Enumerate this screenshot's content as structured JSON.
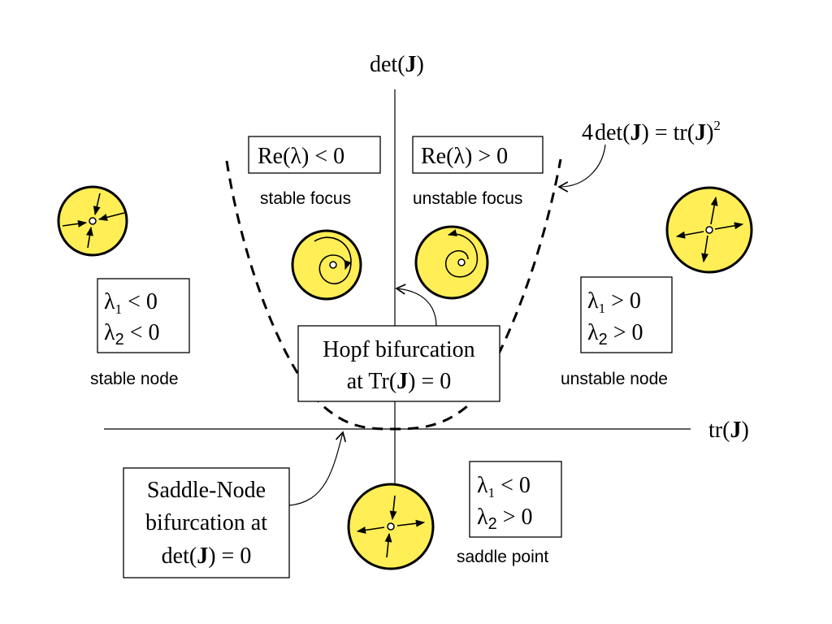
{
  "axes": {
    "y_label_prefix": "det(",
    "y_label_bold": "J",
    "y_label_suffix": ")",
    "x_label_prefix": "tr(",
    "x_label_bold": "J",
    "x_label_suffix": ")"
  },
  "parabola": {
    "eq_a": "4",
    "eq_b": "det(",
    "eq_c": "J",
    "eq_d": ") = tr(",
    "eq_e": "J",
    "eq_f": ")",
    "eq_g": "2"
  },
  "regions": {
    "stable_focus": {
      "condition": "Re(λ) < 0",
      "name": "stable focus"
    },
    "unstable_focus": {
      "condition": "Re(λ) > 0",
      "name": "unstable focus"
    },
    "stable_node": {
      "lambda1": "λ",
      "sub1": "1",
      "rel1": " < 0",
      "lambda2": "λ",
      "sub2": "2",
      "rel2": " < 0",
      "name": "stable node"
    },
    "unstable_node": {
      "lambda1": "λ",
      "sub1": "1",
      "rel1": " > 0",
      "lambda2": "λ",
      "sub2": "2",
      "rel2": " > 0",
      "name": "unstable node"
    },
    "saddle_point": {
      "lambda1": "λ",
      "sub1": "1",
      "rel1": " < 0",
      "lambda2": "λ",
      "sub2": "2",
      "rel2": " > 0",
      "name": "saddle point"
    }
  },
  "bifurcations": {
    "hopf": {
      "line1": "Hopf bifurcation",
      "line2_prefix": "at Tr(",
      "line2_bold": "J",
      "line2_suffix": ") = 0"
    },
    "saddle_node": {
      "line1": "Saddle-Node",
      "line2": "bifurcation at",
      "line3_prefix": "det(",
      "line3_bold": "J",
      "line3_suffix": ") = 0"
    }
  },
  "colors": {
    "disk_fill": "#ffee55",
    "ink": "#000000"
  }
}
